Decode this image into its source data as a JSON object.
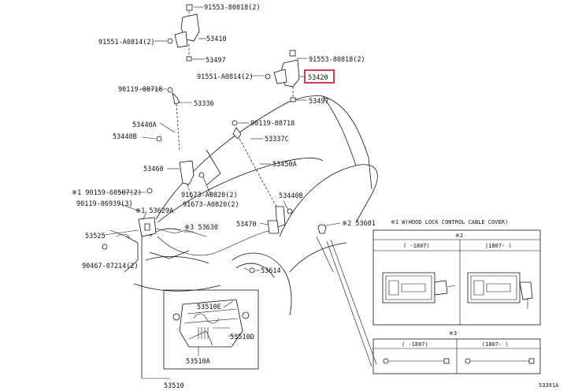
{
  "labels": {
    "p91553_top": "91553-80818(2)",
    "p91551_top": "91551-A0814(2)",
    "p53410": "53410",
    "p53497_top": "53497",
    "p91553_r": "91553-80818(2)",
    "p91551_r": "91551-A0814(2)",
    "p53420": "53420",
    "p53497_r": "53497",
    "p90119_a": "90119-08718",
    "p53336": "53336",
    "p90119_b": "90119-08718",
    "p53440A": "53440A",
    "p53440B_l": "53440B",
    "p53337C": "53337C",
    "p53450A": "53450A",
    "p53460": "53460",
    "p91673_a": "91673-A0820(2)",
    "p91673_b": "91673-A0820(2)",
    "p53440B_r": "53440B",
    "p90159": "※1 90159-60507(2)",
    "p90119_c": "90119-06939(3)",
    "p53629A": "※1 53629A",
    "p53525": "53525",
    "p53630": "※3 53630",
    "p53470": "53470",
    "p53601": "※2 53601",
    "p90467": "90467-07214(2)",
    "p53614": "53614",
    "p53510E": "53510E",
    "p53510D": "53510D",
    "p53510A": "53510A",
    "p53510": "53510",
    "ref": "53391A"
  },
  "inset_top": {
    "title": "※1 W(HOOD LOCK CONTROL CABLE COVER)",
    "mark": "※2",
    "col_left": "( -1807)",
    "col_right": "(1807- )"
  },
  "inset_bottom": {
    "mark": "※3",
    "col_left": "( -1807)",
    "col_right": "(1807- )"
  },
  "highlight_color": "#c0122a"
}
